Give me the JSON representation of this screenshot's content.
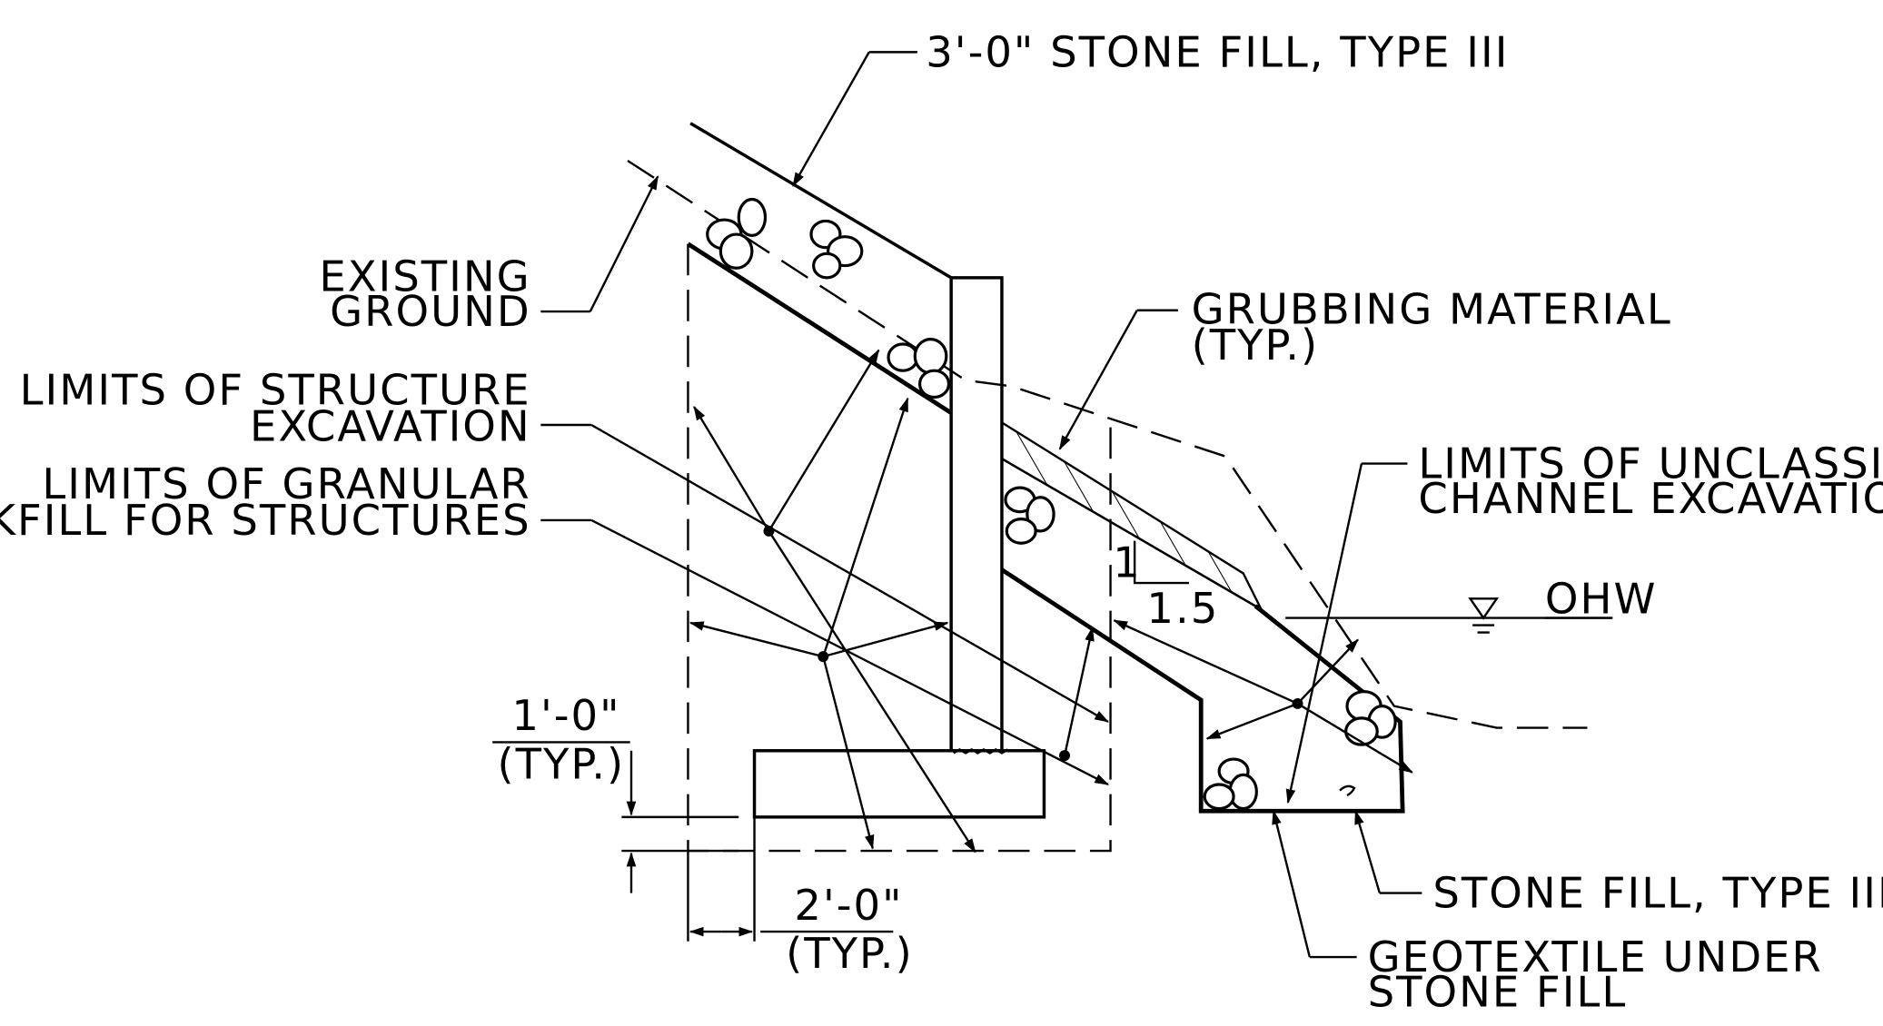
{
  "labels": {
    "stone_fill_top": "3'-0\" STONE FILL, TYPE III",
    "existing_ground": [
      "EXISTING",
      "GROUND"
    ],
    "structure_excavation": [
      "LIMITS OF STRUCTURE",
      "EXCAVATION"
    ],
    "granular_backfill": [
      "LIMITS OF GRANULAR",
      "BACKFILL FOR STRUCTURES"
    ],
    "grubbing": [
      "GRUBBING MATERIAL",
      "(TYP.)"
    ],
    "channel_excavation": [
      "LIMITS OF UNCLASSIFIED",
      "CHANNEL EXCAVATION"
    ],
    "ohw": "OHW",
    "slope_rise": "1",
    "slope_run": "1.5",
    "dim_vertical": [
      "1'-0\"",
      "(TYP.)"
    ],
    "dim_horizontal": [
      "2'-0\"",
      "(TYP.)"
    ],
    "stone_fill_bottom": "STONE FILL, TYPE III",
    "geotextile": [
      "GEOTEXTILE UNDER",
      "STONE FILL"
    ]
  }
}
